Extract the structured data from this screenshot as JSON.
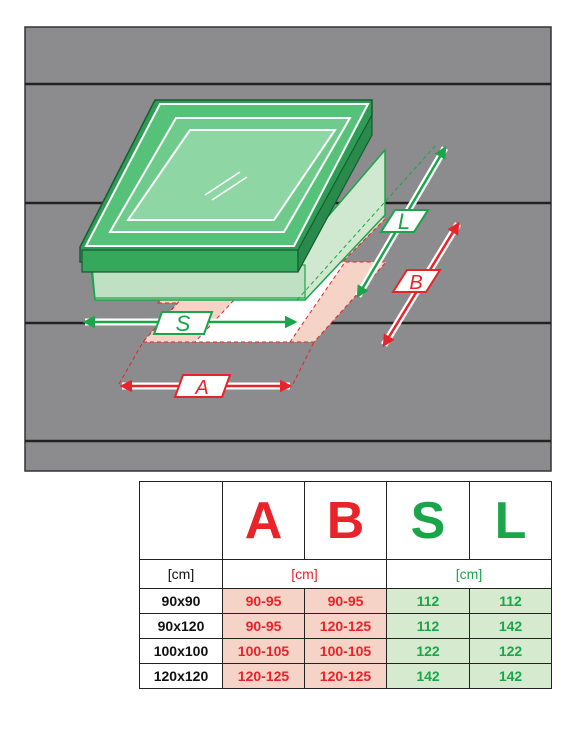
{
  "colors": {
    "red": "#e8232a",
    "green": "#1aa54a",
    "red_fill": "#f6d3c7",
    "green_fill": "#d6ead0",
    "roof": "#8c8c8e"
  },
  "diagram": {
    "label_s": "S",
    "label_l": "L",
    "label_a": "A",
    "label_b": "B"
  },
  "table": {
    "headers": {
      "a": "A",
      "b": "B",
      "s": "S",
      "l": "L"
    },
    "units": {
      "label": "[cm]",
      "ab": "[cm]",
      "sl": "[cm]"
    },
    "rows": [
      {
        "size": "90x90",
        "a": "90-95",
        "b": "90-95",
        "s": "112",
        "l": "112"
      },
      {
        "size": "90x120",
        "a": "90-95",
        "b": "120-125",
        "s": "112",
        "l": "142"
      },
      {
        "size": "100x100",
        "a": "100-105",
        "b": "100-105",
        "s": "122",
        "l": "122"
      },
      {
        "size": "120x120",
        "a": "120-125",
        "b": "120-125",
        "s": "142",
        "l": "142"
      }
    ]
  }
}
